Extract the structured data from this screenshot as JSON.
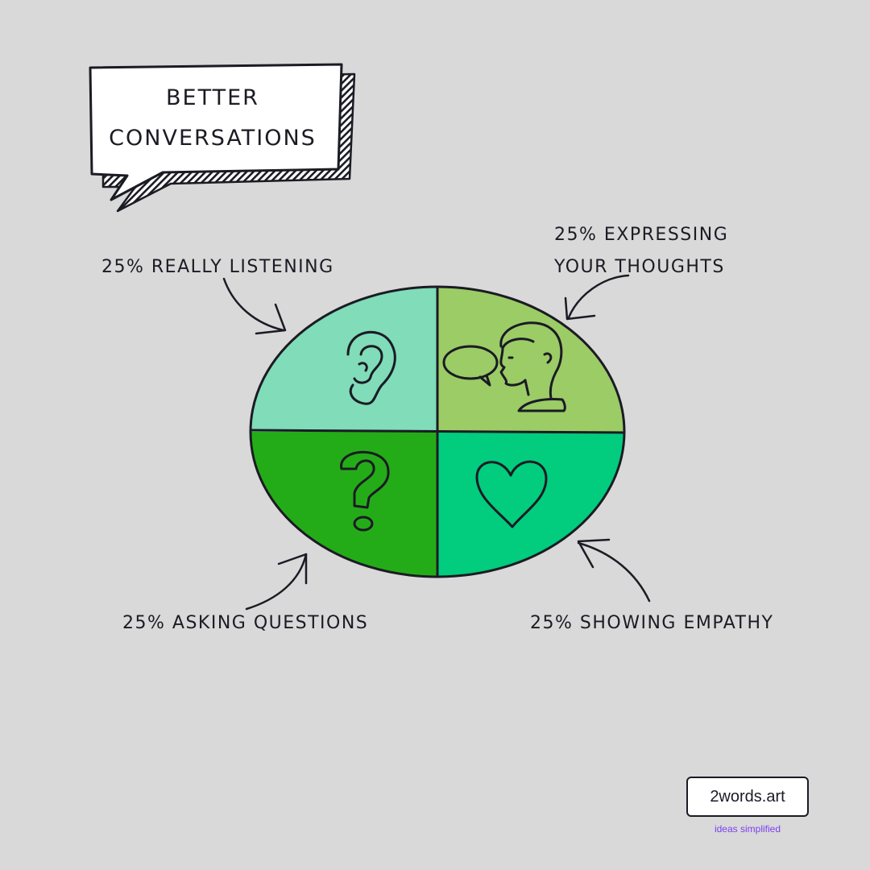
{
  "title": {
    "line1": "BETTER",
    "line2": "CONVERSATIONS"
  },
  "diagram": {
    "segments": [
      {
        "label": "25% REALLY LISTENING",
        "icon": "ear-icon",
        "color": "#80dcb9",
        "value": 25
      },
      {
        "label_line1": "25% EXPRESSING",
        "label_line2": "YOUR THOUGHTS",
        "icon": "speaking-person-icon",
        "color": "#9bcc66",
        "value": 25
      },
      {
        "label": "25% ASKING QUESTIONS",
        "icon": "question-mark-icon",
        "color": "#24ac18",
        "value": 25
      },
      {
        "label": "25% SHOWING EMPATHY",
        "icon": "heart-icon",
        "color": "#02cc7d",
        "value": 25
      }
    ]
  },
  "brand": {
    "name": "2words.art",
    "tagline": "ideas simplified"
  },
  "colors": {
    "background": "#d9d9d9",
    "ink": "#1b1b24",
    "tagline": "#7b3ff2"
  }
}
